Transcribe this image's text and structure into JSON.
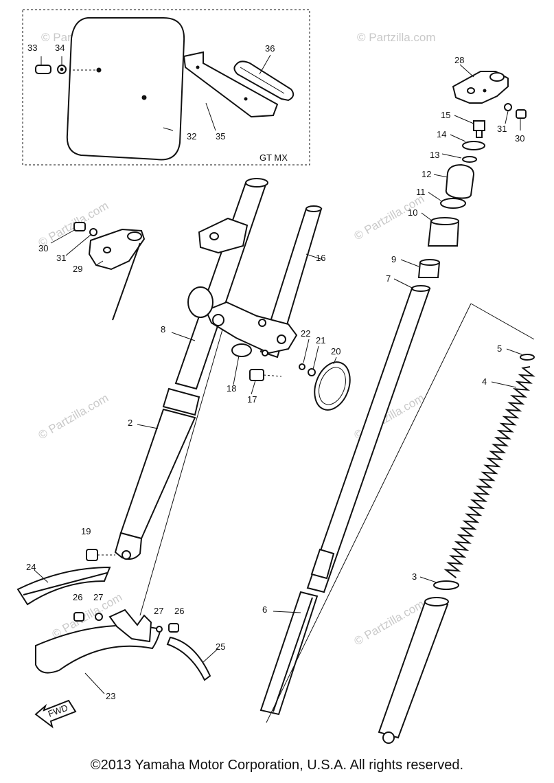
{
  "inset_label": "GT MX",
  "fwd_label": "FWD",
  "copyright": "©2013  Yamaha Motor Corporation, U.S.A. All rights reserved.",
  "watermark": "© Partzilla.com",
  "callouts": {
    "c2": "2",
    "c3": "3",
    "c4": "4",
    "c5": "5",
    "c6": "6",
    "c7": "7",
    "c8": "8",
    "c9": "9",
    "c10": "10",
    "c11": "11",
    "c12": "12",
    "c13": "13",
    "c14": "14",
    "c15": "15",
    "c16": "16",
    "c17": "17",
    "c18": "18",
    "c19": "19",
    "c20": "20",
    "c21": "21",
    "c22": "22",
    "c23": "23",
    "c24": "24",
    "c25": "25",
    "c26a": "26",
    "c26b": "26",
    "c27a": "27",
    "c27b": "27",
    "c28": "28",
    "c29": "29",
    "c30a": "30",
    "c30b": "30",
    "c31a": "31",
    "c31b": "31",
    "c32": "32",
    "c33": "33",
    "c34": "34",
    "c35": "35",
    "c36": "36"
  }
}
